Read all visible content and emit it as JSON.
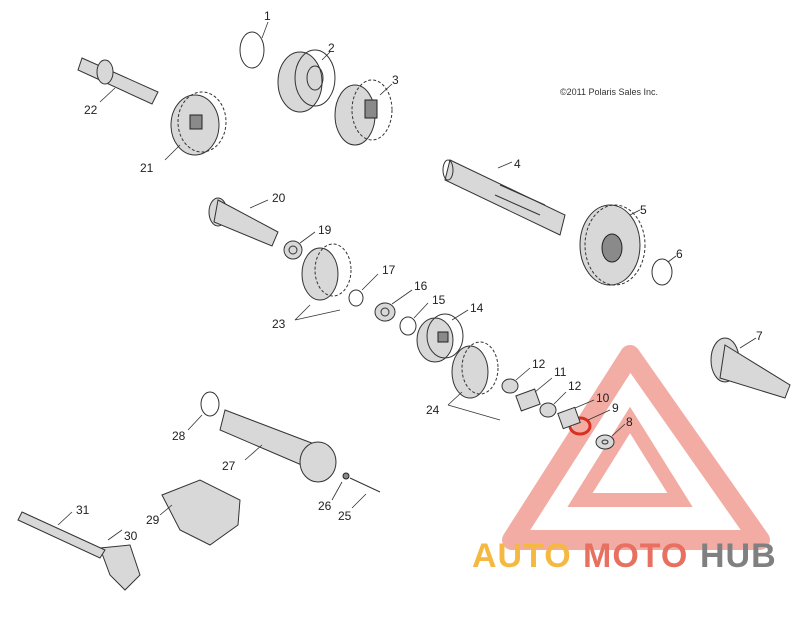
{
  "copyright": "©2011 Polaris Sales Inc.",
  "callouts": {
    "c1": "1",
    "c2": "2",
    "c3": "3",
    "c4": "4",
    "c5": "5",
    "c6": "6",
    "c7": "7",
    "c8": "8",
    "c9": "9",
    "c10": "10",
    "c11": "11",
    "c12a": "12",
    "c12b": "12",
    "c14": "14",
    "c15": "15",
    "c16": "16",
    "c17": "17",
    "c19": "19",
    "c20": "20",
    "c21": "21",
    "c22": "22",
    "c23": "23",
    "c24": "24",
    "c25": "25",
    "c26": "26",
    "c27": "27",
    "c28": "28",
    "c29": "29",
    "c30": "30",
    "c31": "31"
  },
  "watermark": {
    "brand_part1": "AUTO",
    "brand_part2": "MOTO",
    "brand_part3": "HUB",
    "color_orange": "#f5b942",
    "color_red": "#e87060",
    "color_grey": "#808080"
  }
}
